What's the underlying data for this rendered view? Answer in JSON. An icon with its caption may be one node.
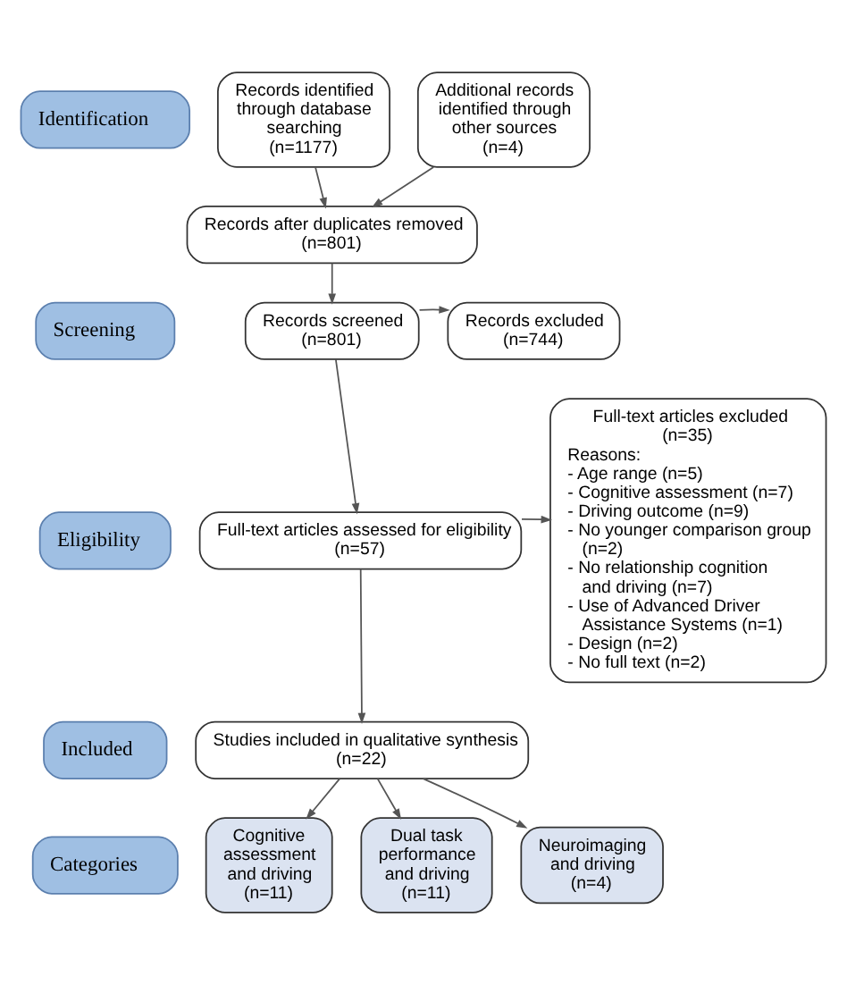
{
  "diagram": {
    "nodes": [
      {
        "text": [
          "Identification"
        ]
      },
      {
        "text": [
          "Records identified through database searching",
          "(n=1177)"
        ]
      },
      {
        "text": [
          "Additional records identified through other sources",
          "(n=4)"
        ]
      },
      {
        "text": [
          "Records after duplicates removed",
          "(n=801)"
        ]
      },
      {
        "text": [
          "Screening"
        ]
      },
      {
        "text": [
          "Records screened",
          "(n=801)"
        ]
      },
      {
        "text": [
          "Records excluded",
          "(n=744)"
        ]
      },
      {
        "text": [
          "Full-text articles excluded",
          "(n=35)",
          "Reasons:",
          "- Age range (n=5)",
          "- Cognitive assessment (n=7)",
          "- Driving outcome (n=9)",
          "- No younger comparison group (n=2)",
          "- No relationship cognition and driving (n=7)",
          "- Use of Advanced Driver Assistance Systems (n=1)",
          "- Design (n=2)",
          "- No full text (n=2)"
        ]
      },
      {
        "text": [
          "Eligibility"
        ]
      },
      {
        "text": [
          "Full-text articles assessed for eligibility",
          "(n=57)"
        ]
      },
      {
        "text": [
          "Included"
        ]
      },
      {
        "text": [
          "Studies included in qualitative synthesis",
          "(n=22)"
        ]
      },
      {
        "text": [
          "Categories"
        ]
      },
      {
        "text": [
          "Cognitive assessment and driving",
          "(n=11)"
        ]
      },
      {
        "text": [
          "Dual task performance and driving",
          "(n=11)"
        ]
      },
      {
        "text": [
          "Neuroimaging and driving",
          "(n=4)"
        ]
      }
    ],
    "edges": [
      {
        "from": 1,
        "to": 3,
        "arrow": "to"
      },
      {
        "from": 2,
        "to": 3,
        "arrow": "to"
      },
      {
        "from": 3,
        "to": 5,
        "arrow": "to"
      },
      {
        "from": 5,
        "to": 6,
        "arrow": "to"
      },
      {
        "from": 5,
        "to": 9,
        "arrow": "to"
      },
      {
        "from": 9,
        "to": 7,
        "arrow": "to"
      },
      {
        "from": 9,
        "to": 11,
        "arrow": "to"
      },
      {
        "from": 11,
        "to": 13,
        "arrow": "to"
      },
      {
        "from": 11,
        "to": 14,
        "arrow": "to"
      },
      {
        "from": 11,
        "to": 15,
        "arrow": "to"
      }
    ]
  }
}
